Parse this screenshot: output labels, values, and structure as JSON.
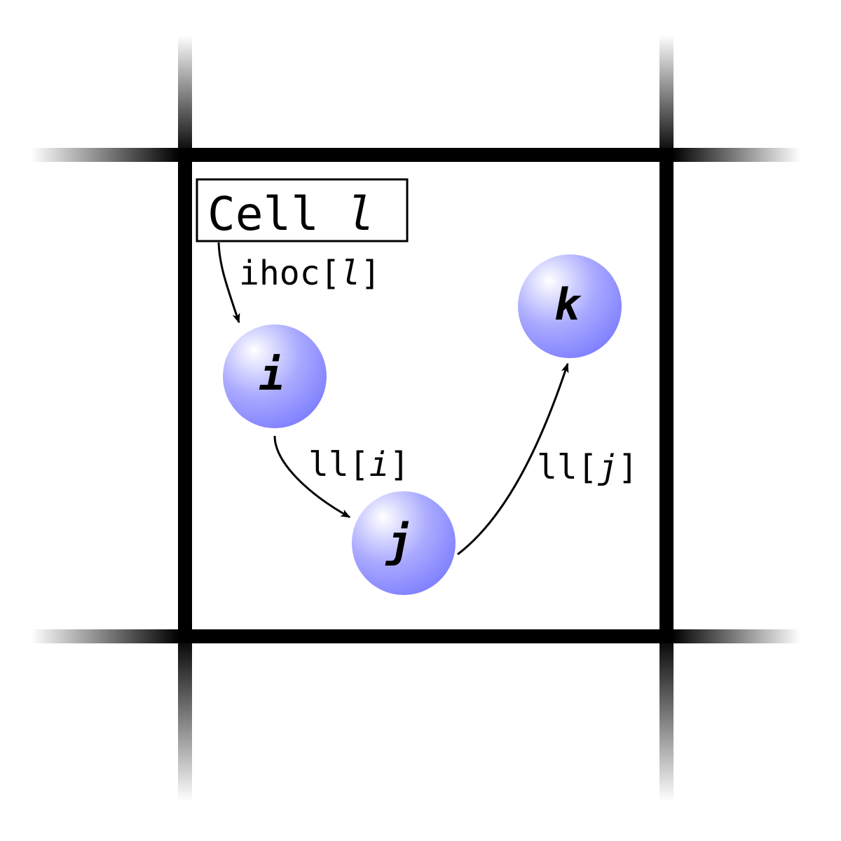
{
  "cell_label": {
    "prefix": "Cell ",
    "var": "l"
  },
  "particles": [
    {
      "id": "i",
      "label": "i"
    },
    {
      "id": "j",
      "label": "j"
    },
    {
      "id": "k",
      "label": "k"
    }
  ],
  "links": [
    {
      "id": "head",
      "prefix": "ihoc[",
      "var": "l",
      "suffix": "]"
    },
    {
      "id": "ll-i",
      "prefix": "ll[",
      "var": "i",
      "suffix": "]"
    },
    {
      "id": "ll-j",
      "prefix": "ll[",
      "var": "j",
      "suffix": "]"
    }
  ],
  "colors": {
    "line": "#000000",
    "sphere_light": "#ffffff",
    "sphere_dark": "#8080ff"
  }
}
